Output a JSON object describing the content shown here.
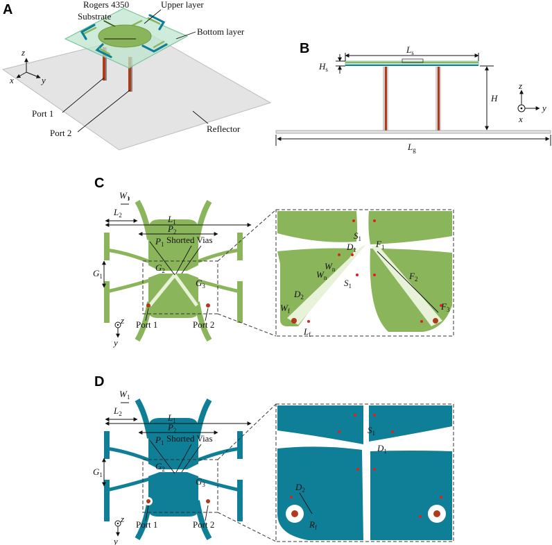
{
  "panels": {
    "a": "A",
    "b": "B",
    "c": "C",
    "d": "D"
  },
  "colors": {
    "upper": "#8ab55a",
    "bottom": "#0e7f97",
    "via": "#b03a1c",
    "reflector": "#e4e4e4"
  },
  "panel_a": {
    "substrate_label_1": "Rogers 4350",
    "substrate_label_2": "Substrate",
    "upper_layer": "Upper layer",
    "bottom_layer": "Bottom layer",
    "port1": "Port 1",
    "port2": "Port 2",
    "reflector": "Reflector",
    "axes": {
      "z": "z",
      "x": "x",
      "y": "y"
    }
  },
  "panel_b": {
    "Ls": {
      "main": "L",
      "sub": "s"
    },
    "Hs": {
      "main": "H",
      "sub": "s"
    },
    "H": "H",
    "Lg": {
      "main": "L",
      "sub": "g"
    },
    "axes": {
      "z": "z",
      "y": "y",
      "x": "x"
    }
  },
  "panel_c": {
    "W1": {
      "main": "W",
      "sub": "1"
    },
    "L2": {
      "main": "L",
      "sub": "2"
    },
    "L1": {
      "main": "L",
      "sub": "1"
    },
    "P2": {
      "main": "P",
      "sub": "2"
    },
    "P1": {
      "main": "P",
      "sub": "1"
    },
    "shorted_vias": "Shorted Vias",
    "G1": {
      "main": "G",
      "sub": "1"
    },
    "G2": {
      "main": "G",
      "sub": "2"
    },
    "G3": {
      "main": "G",
      "sub": "3"
    },
    "port1": "Port 1",
    "port2": "Port 2",
    "axes": {
      "z": "z",
      "y": "y"
    },
    "zoom": {
      "S1a": {
        "main": "S",
        "sub": "1"
      },
      "D1": {
        "main": "D",
        "sub": "1"
      },
      "F1": {
        "main": "F",
        "sub": "1"
      },
      "Wn1": {
        "main": "W",
        "sub": "n"
      },
      "Wn2": {
        "main": "W",
        "sub": "n"
      },
      "S1b": {
        "main": "S",
        "sub": "1"
      },
      "F2": {
        "main": "F",
        "sub": "2"
      },
      "D2": {
        "main": "D",
        "sub": "2"
      },
      "Wf": {
        "main": "W",
        "sub": "f"
      },
      "Lf": {
        "main": "L",
        "sub": "f"
      },
      "F3": {
        "main": "F",
        "sub": "3"
      }
    }
  },
  "panel_d": {
    "W1": {
      "main": "W",
      "sub": "1"
    },
    "L2": {
      "main": "L",
      "sub": "2"
    },
    "L1": {
      "main": "L",
      "sub": "1"
    },
    "P2": {
      "main": "P",
      "sub": "2"
    },
    "P1": {
      "main": "P",
      "sub": "1"
    },
    "shorted_vias": "Shorted Vias",
    "G1": {
      "main": "G",
      "sub": "1"
    },
    "G2": {
      "main": "G",
      "sub": "2"
    },
    "G3": {
      "main": "G",
      "sub": "3"
    },
    "port1": "Port 1",
    "port2": "Port 2",
    "axes": {
      "z": "z",
      "y": "y"
    },
    "zoom": {
      "S1": {
        "main": "S",
        "sub": "1"
      },
      "D1": {
        "main": "D",
        "sub": "1"
      },
      "D2": {
        "main": "D",
        "sub": "2"
      },
      "Rf": {
        "main": "R",
        "sub": "f"
      }
    }
  }
}
